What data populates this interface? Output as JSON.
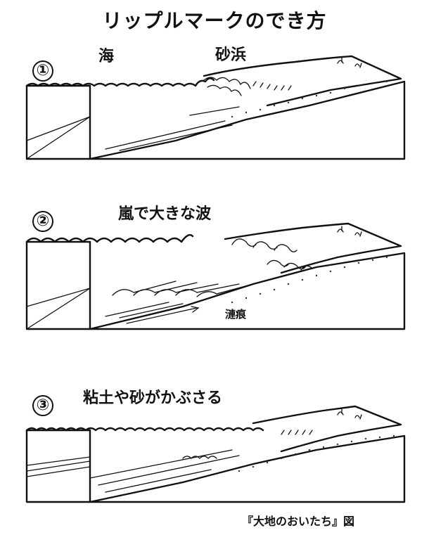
{
  "title": "リップルマークのでき方",
  "panels": [
    {
      "number": "①",
      "labels": {
        "sea": "海",
        "beach": "砂浜"
      }
    },
    {
      "number": "②",
      "labels": {
        "caption": "嵐で大きな波",
        "ripple": "漣痕"
      }
    },
    {
      "number": "③",
      "labels": {
        "caption": "粘土や砂がかぶさる"
      }
    }
  ],
  "credit": "『大地のおいたち』図"
}
